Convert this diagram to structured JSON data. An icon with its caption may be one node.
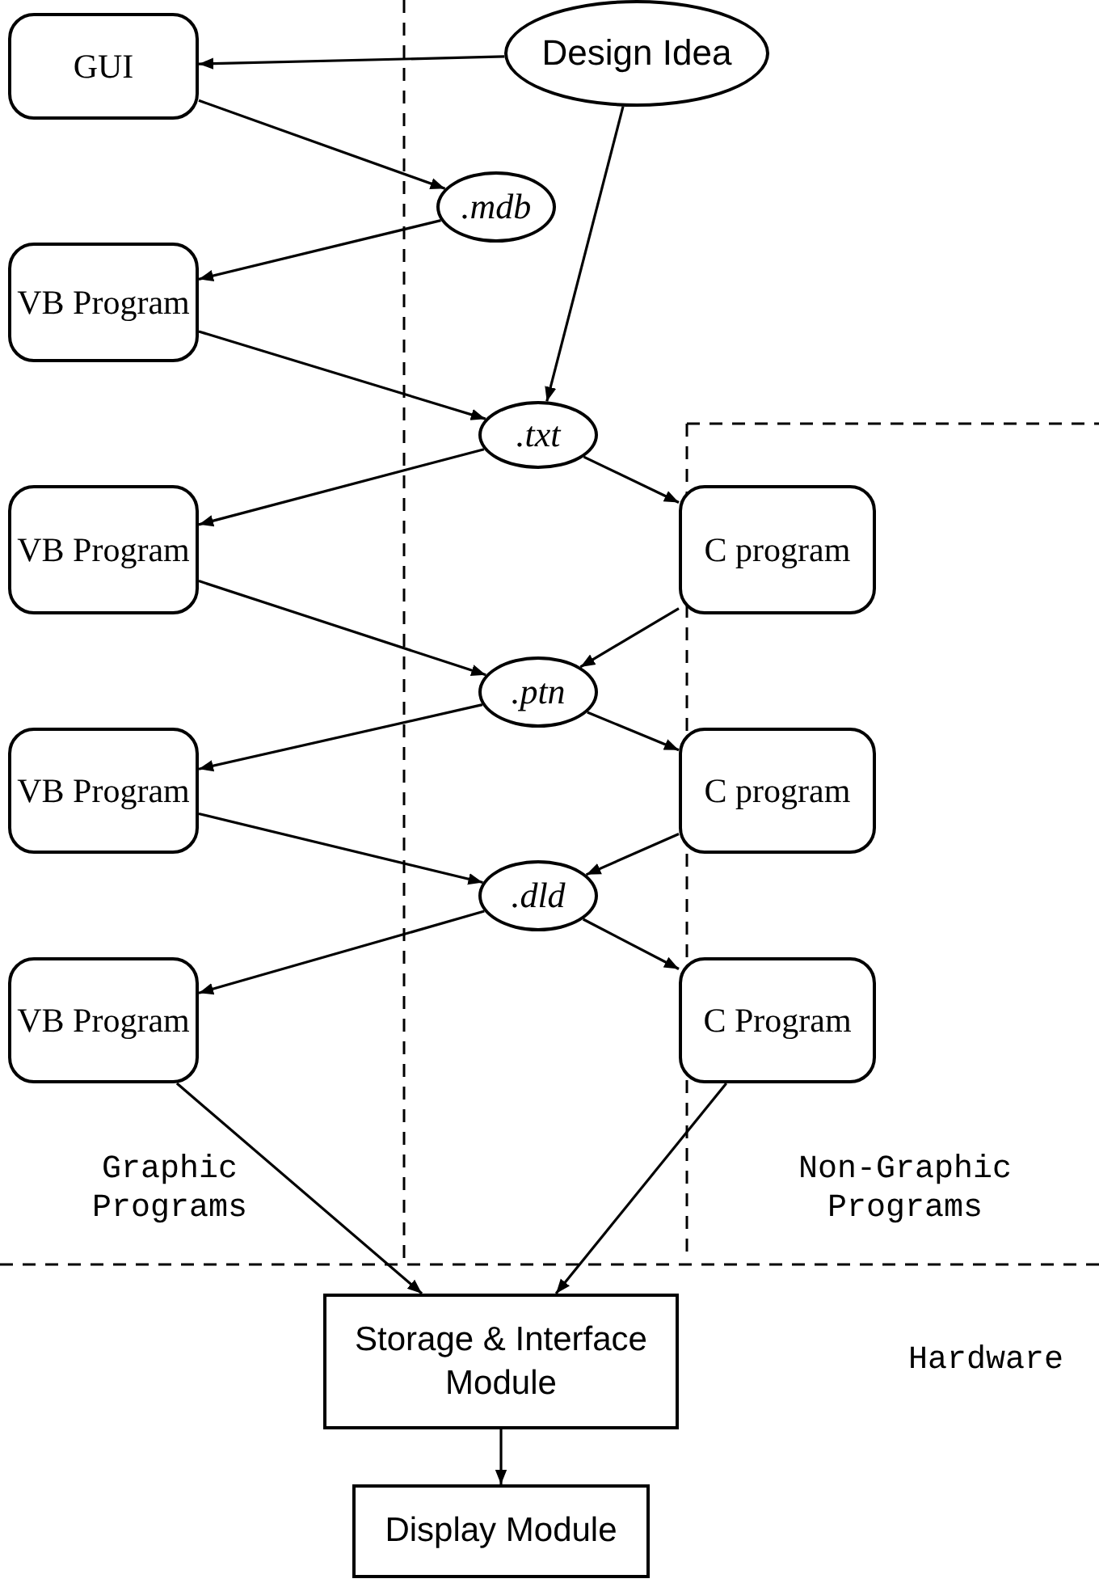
{
  "diagram": {
    "nodes": [
      {
        "text": [
          "GUI"
        ]
      },
      {
        "text": [
          "Design Idea"
        ]
      },
      {
        "text": [
          ".mdb"
        ]
      },
      {
        "text": [
          "VB Program"
        ]
      },
      {
        "text": [
          ".txt"
        ]
      },
      {
        "text": [
          "VB Program"
        ]
      },
      {
        "text": [
          "C program"
        ]
      },
      {
        "text": [
          ".ptn"
        ]
      },
      {
        "text": [
          "VB Program"
        ]
      },
      {
        "text": [
          "C program"
        ]
      },
      {
        "text": [
          ".dld"
        ]
      },
      {
        "text": [
          "VB Program"
        ]
      },
      {
        "text": [
          "C Program"
        ]
      },
      {
        "text": [
          "Storage & Interface Module"
        ]
      },
      {
        "text": [
          "Display Module"
        ]
      }
    ],
    "edges": [
      {
        "from": 1,
        "to": 0,
        "arrow": "to"
      },
      {
        "from": 0,
        "to": 2,
        "arrow": "to"
      },
      {
        "from": 2,
        "to": 3,
        "arrow": "to"
      },
      {
        "from": 1,
        "to": 4,
        "arrow": "to"
      },
      {
        "from": 3,
        "to": 4,
        "arrow": "to"
      },
      {
        "from": 4,
        "to": 5,
        "arrow": "to"
      },
      {
        "from": 4,
        "to": 6,
        "arrow": "to"
      },
      {
        "from": 5,
        "to": 7,
        "arrow": "to"
      },
      {
        "from": 6,
        "to": 7,
        "arrow": "to"
      },
      {
        "from": 7,
        "to": 8,
        "arrow": "to"
      },
      {
        "from": 7,
        "to": 9,
        "arrow": "to"
      },
      {
        "from": 8,
        "to": 10,
        "arrow": "to"
      },
      {
        "from": 9,
        "to": 10,
        "arrow": "to"
      },
      {
        "from": 10,
        "to": 11,
        "arrow": "to"
      },
      {
        "from": 10,
        "to": 12,
        "arrow": "to"
      },
      {
        "from": 11,
        "to": 13,
        "arrow": "to"
      },
      {
        "from": 12,
        "to": 13,
        "arrow": "to"
      },
      {
        "from": 13,
        "to": 14,
        "arrow": "to"
      }
    ],
    "labels": [
      "Graphic Programs",
      "Non-Graphic Programs",
      "Hardware"
    ]
  }
}
